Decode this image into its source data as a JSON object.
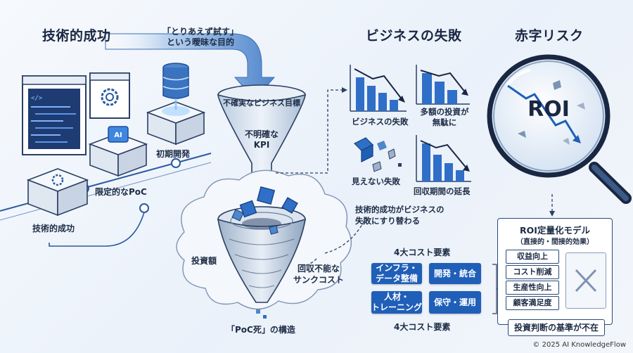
{
  "sections": {
    "tech_success": "技術的成功",
    "business_failure": "ビジネスの失敗",
    "deficit_risk": "赤字リスク"
  },
  "callout": {
    "line1": "「とりあえず試す」",
    "line2": "という曖昧な目的"
  },
  "funnel": {
    "top_label": "不確実なビジネス目標",
    "kpi_line1": "不明確な",
    "kpi_line2": "KPI"
  },
  "steps": {
    "initial_dev": "初期開発",
    "limited_poc": "限定的なPoC",
    "tech_success": "技術的成功"
  },
  "vortex": {
    "investment": "投資額",
    "sunk_line1": "回収不能な",
    "sunk_line2": "サンクコスト",
    "caption": "「PoC死」の構造"
  },
  "failure_charts": {
    "business_failure": "ビジネスの失敗",
    "wasted_line1": "多額の投資が",
    "wasted_line2": "無駄に",
    "invisible_failure": "見えない失敗",
    "payback_extension": "回収期間の延長"
  },
  "swap_text": {
    "line1": "技術的成功がビジネスの",
    "line2": "失敗にすり替わる"
  },
  "costs": {
    "heading_top": "4大コスト要素",
    "heading_bottom": "4大コスト要素",
    "items": [
      {
        "line1": "インフラ・",
        "line2": "データ整備"
      },
      {
        "line1": "開発・統合",
        "line2": ""
      },
      {
        "line1": "人材・",
        "line2": "トレーニング"
      },
      {
        "line1": "保守・運用",
        "line2": ""
      }
    ]
  },
  "magnifier": {
    "text": "ROI"
  },
  "roi_model": {
    "title": "ROI定量化モデル",
    "subtitle": "（直接的・間接的効果）",
    "items": [
      "収益向上",
      "コスト削減",
      "生産性向上",
      "顧客満足度"
    ],
    "verdict": "投資判断の基準が不在"
  },
  "copyright": "© 2025 AI KnowledgeFlow",
  "colors": {
    "accent": "#1f5fb8",
    "dark": "#1c2b45",
    "light": "#cfe0f5"
  }
}
